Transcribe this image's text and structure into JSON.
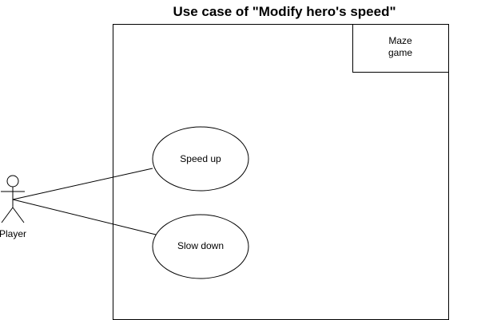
{
  "diagram": {
    "title": "Use case of \"Modify hero's speed\"",
    "system_boundary": {
      "label_line1": "Maze",
      "label_line2": "game"
    },
    "actor": {
      "label": "Player"
    },
    "use_cases": [
      {
        "label": "Speed up"
      },
      {
        "label": "Slow down"
      }
    ],
    "colors": {
      "stroke": "#000000",
      "fill": "#ffffff",
      "text": "#000000"
    }
  }
}
